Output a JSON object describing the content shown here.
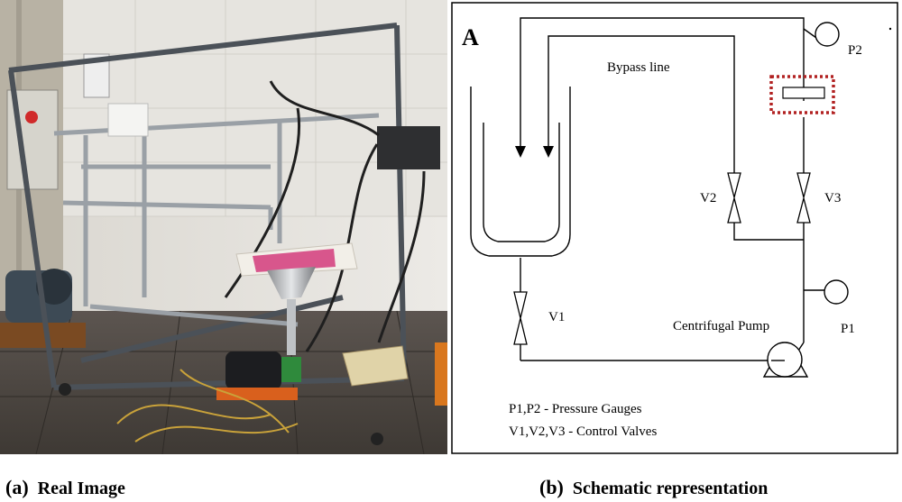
{
  "figure": {
    "caption_a_tag": "(a)",
    "caption_a_text": "Real Image",
    "caption_b_tag": "(b)",
    "caption_b_text": "Schematic representation"
  },
  "schematic": {
    "panel_label": "A",
    "bypass_label": "Bypass line",
    "gauge_p1": "P1",
    "gauge_p2": "P2",
    "valve_v1": "V1",
    "valve_v2": "V2",
    "valve_v3": "V3",
    "pump_label": "Centrifugal Pump",
    "legend_line1": "P1,P2 - Pressure Gauges",
    "legend_line2": "V1,V2,V3 - Control Valves",
    "highlight_color": "#b22222"
  }
}
